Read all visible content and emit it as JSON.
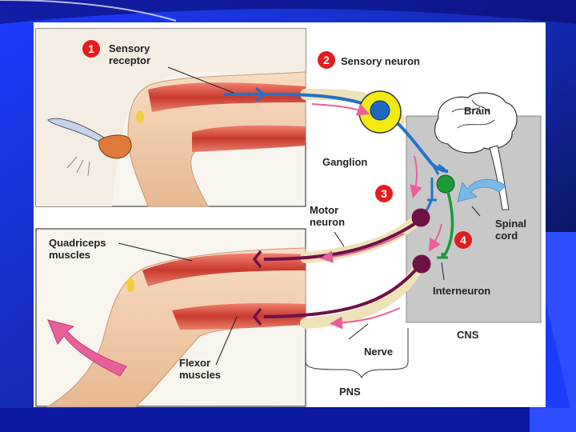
{
  "labels": {
    "sensory_receptor": "Sensory\nreceptor",
    "sensory_neuron": "Sensory neuron",
    "brain": "Brain",
    "ganglion": "Ganglion",
    "motor_neuron": "Motor\nneuron",
    "spinal_cord": "Spinal\ncord",
    "quadriceps_muscles": "Quadriceps\nmuscles",
    "interneuron": "Interneuron",
    "cns": "CNS",
    "nerve": "Nerve",
    "flexor_muscles": "Flexor\nmuscles",
    "pns": "PNS"
  },
  "steps": {
    "s1": "1",
    "s2": "2",
    "s3": "3",
    "s4": "4"
  },
  "colors": {
    "background": "#0a0a3a",
    "slide_blue": "#1e3cff",
    "sensory_neuron": "#2272c8",
    "motor_neuron": "#6e1246",
    "interneuron": "#1a9a3a",
    "ganglion": "#f3ea12",
    "muscle": "#d4574a",
    "skin": "#f4d2b0",
    "cns_box": "#c8c8c8",
    "arrows": "#e8609a",
    "step_badge": "#e21d1d"
  }
}
